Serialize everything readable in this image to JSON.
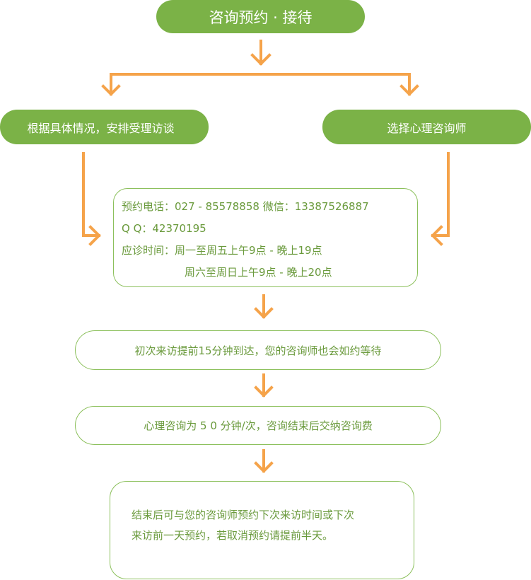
{
  "top": {
    "title": "咨询预约 · 接待"
  },
  "left_branch": {
    "label": "根据具体情况，安排受理访谈"
  },
  "right_branch": {
    "label": "选择心理咨询师"
  },
  "contact": {
    "phone_line": "预约电话：027 - 85578858  微信：13387526887",
    "qq_line": "Q Q：42370195",
    "hours_line1": "应诊时间：周一至周五上午9点 - 晚上19点",
    "hours_line2": "周六至周日上午9点 - 晚上20点"
  },
  "step_arrival": {
    "text": "初次来访提前15分钟到达，您的咨询师也会如约等待"
  },
  "step_session": {
    "text": "心理咨询为 5 0 分钟/次，咨询结束后交纳咨询费"
  },
  "step_next": {
    "line1": "结束后可与您的咨询师预约下次来访时间或下次",
    "line2": "来访前一天预约，若取消预约请提前半天。"
  },
  "colors": {
    "accent": "#7bb247",
    "arrow": "#f5a34a",
    "text_green": "#6a9a3c"
  }
}
